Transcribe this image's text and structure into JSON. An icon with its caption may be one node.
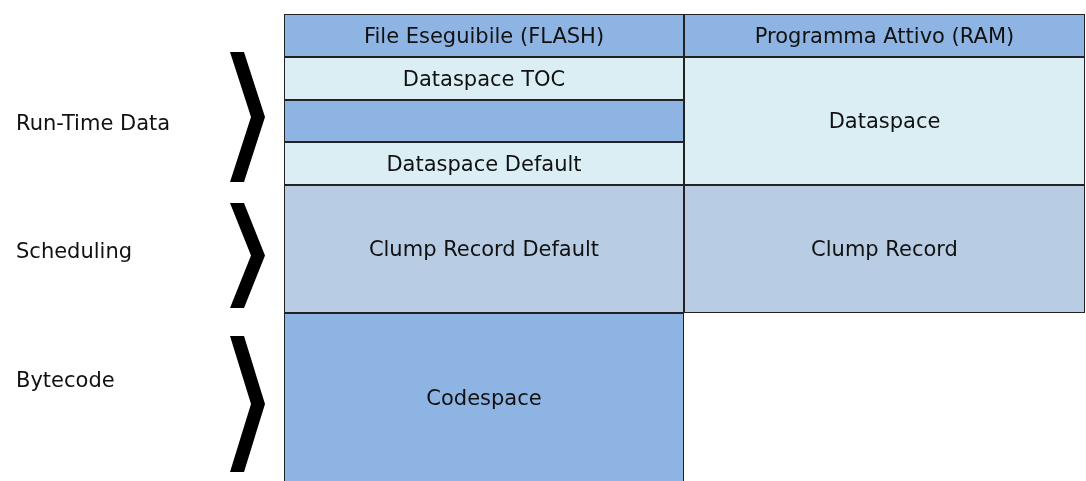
{
  "diagram": {
    "nodes": [
      {
        "text": [
          "File Eseguibile (FLASH)"
        ]
      },
      {
        "text": [
          "Programma Attivo (RAM)"
        ]
      },
      {
        "text": [
          "Dataspace TOC"
        ]
      },
      {
        "text": [],
        "shape": "box"
      },
      {
        "text": [
          "Dataspace Default"
        ]
      },
      {
        "text": [
          "Dataspace"
        ]
      },
      {
        "text": [
          "Clump Record Default"
        ]
      },
      {
        "text": [
          "Clump Record"
        ]
      },
      {
        "text": [
          "Codespace"
        ]
      }
    ],
    "labels": [
      "Run-Time Data",
      "Scheduling",
      "Bytecode"
    ]
  }
}
